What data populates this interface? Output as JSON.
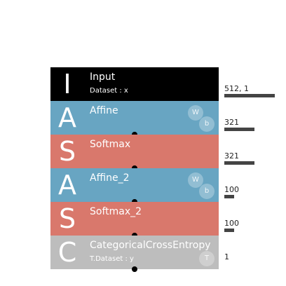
{
  "layers": [
    {
      "letter": "I",
      "name": "Input",
      "sub": "Dataset : x",
      "color": "#000000",
      "params": [],
      "output_size": "512, 1",
      "bar_fraction": 1.0
    },
    {
      "letter": "A",
      "name": "Affine",
      "sub": "",
      "color": "#68a5c2",
      "params": [
        "W",
        "b"
      ],
      "output_size": "321",
      "bar_fraction": 0.6
    },
    {
      "letter": "S",
      "name": "Softmax",
      "sub": "",
      "color": "#d9786c",
      "params": [],
      "output_size": "321",
      "bar_fraction": 0.6
    },
    {
      "letter": "A",
      "name": "Affine_2",
      "sub": "",
      "color": "#68a5c2",
      "params": [
        "W",
        "b"
      ],
      "output_size": "100",
      "bar_fraction": 0.2
    },
    {
      "letter": "S",
      "name": "Softmax_2",
      "sub": "",
      "color": "#d9786c",
      "params": [],
      "output_size": "100",
      "bar_fraction": 0.2
    },
    {
      "letter": "C",
      "name": "CategoricalCrossEntropy",
      "sub": "T.Dataset : y",
      "color": "#bdbdbd",
      "params": [
        "T"
      ],
      "output_size": "1",
      "bar_fraction": 0.0
    }
  ]
}
